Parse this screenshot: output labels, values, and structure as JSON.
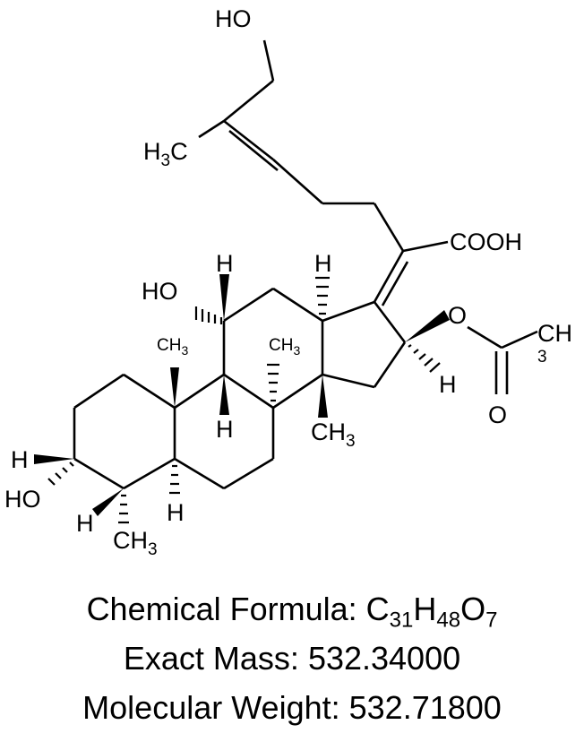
{
  "structure": {
    "atom_labels": {
      "side_chain_hydroxyl": "HO",
      "side_chain_methyl": "H",
      "side_chain_methyl_count": "3",
      "side_chain_methyl_c": "C",
      "carboxyl": "COOH",
      "c11_hydroxyl": "HO",
      "c11_h": "H",
      "c17_h": "H",
      "c16_acetoxy_o": "O",
      "acetyl_ch": "CH",
      "acetyl_count": "3",
      "carbonyl_o": "O",
      "c16_h": "H",
      "c10_methyl": "CH",
      "c10_methyl_count": "3",
      "c8_methyl": "CH",
      "c8_methyl_count": "3",
      "c9_h": "H",
      "c14_methyl": "CH",
      "c14_methyl_count": "3",
      "c3_h": "H",
      "c3_hydroxyl": "HO",
      "c4_h": "H",
      "c5_h": "H",
      "c4_methyl": "CH",
      "c4_methyl_count": "3"
    }
  },
  "properties": {
    "formula_label": "Chemical Formula: ",
    "formula_parts": [
      {
        "el": "C",
        "n": "31"
      },
      {
        "el": "H",
        "n": "48"
      },
      {
        "el": "O",
        "n": "7"
      }
    ],
    "exact_mass_label": "Exact Mass: ",
    "exact_mass_value": "532.34000",
    "molecular_weight_label": "Molecular Weight: ",
    "molecular_weight_value": "532.71800"
  }
}
